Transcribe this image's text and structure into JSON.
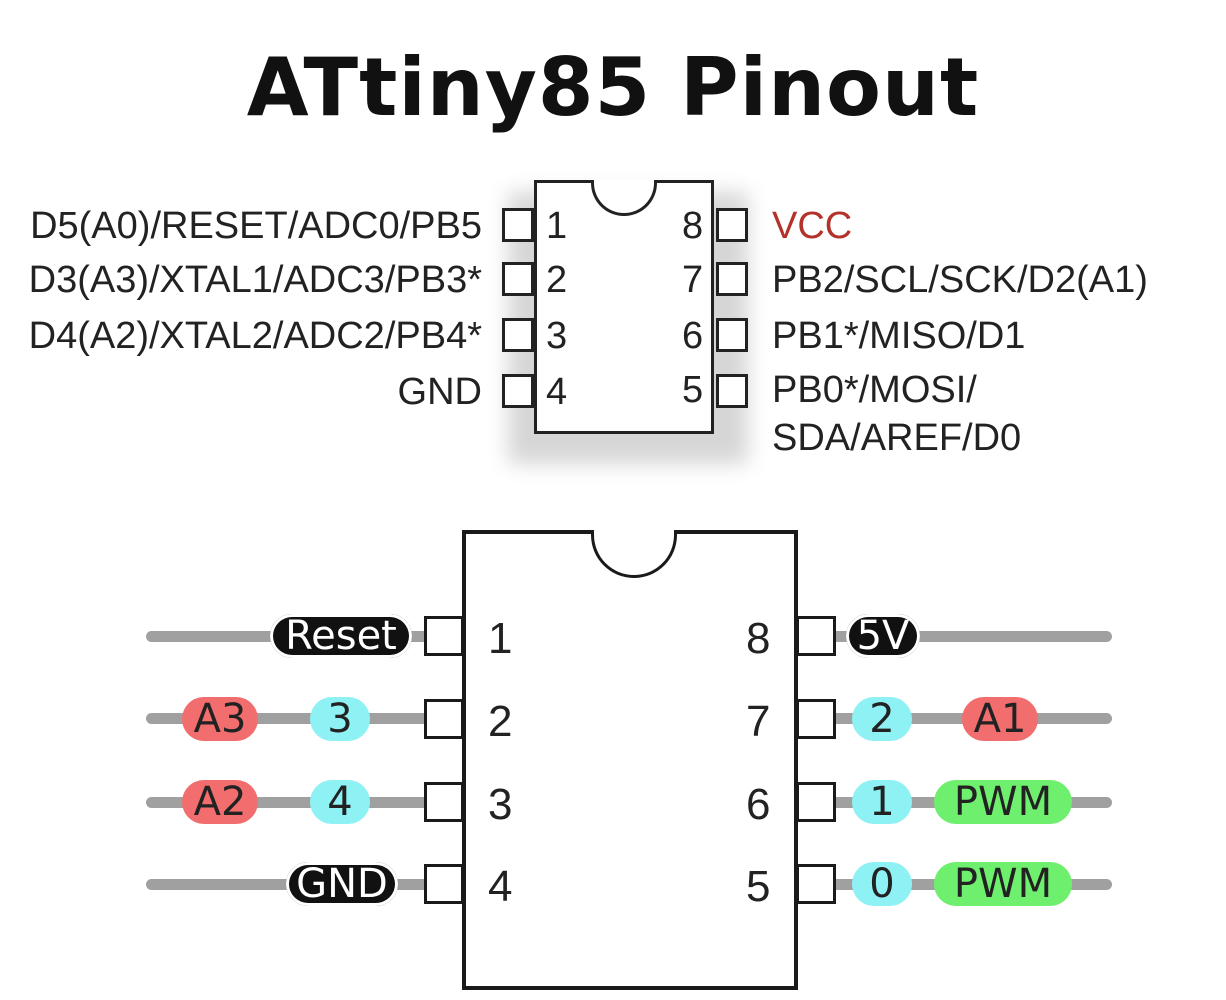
{
  "title": "ATtiny85 Pinout",
  "colors": {
    "vcc_text": "#b3322a",
    "label_black": "#111111",
    "label_red": "#f26d6d",
    "label_cyan": "#8ef2f5",
    "label_green": "#6ef06e",
    "wire_gray": "#a0a0a0"
  },
  "top_diagram": {
    "left_pins": [
      {
        "number": "1",
        "label": "D5(A0)/RESET/ADC0/PB5"
      },
      {
        "number": "2",
        "label": "D3(A3)/XTAL1/ADC3/PB3*"
      },
      {
        "number": "3",
        "label": "D4(A2)/XTAL2/ADC2/PB4*"
      },
      {
        "number": "4",
        "label": "GND"
      }
    ],
    "right_pins": [
      {
        "number": "8",
        "label": "VCC"
      },
      {
        "number": "7",
        "label": "PB2/SCL/SCK/D2(A1)"
      },
      {
        "number": "6",
        "label": "PB1*/MISO/D1"
      },
      {
        "number": "5",
        "label_line1": "PB0*/MOSI/",
        "label_line2": "SDA/AREF/D0"
      }
    ]
  },
  "bottom_diagram": {
    "left_pins": [
      {
        "number": "1",
        "tags": [
          "Reset"
        ]
      },
      {
        "number": "2",
        "tags": [
          "A3",
          "3"
        ]
      },
      {
        "number": "3",
        "tags": [
          "A2",
          "4"
        ]
      },
      {
        "number": "4",
        "tags": [
          "GND"
        ]
      }
    ],
    "right_pins": [
      {
        "number": "8",
        "tags": [
          "5V"
        ]
      },
      {
        "number": "7",
        "tags": [
          "2",
          "A1"
        ]
      },
      {
        "number": "6",
        "tags": [
          "1",
          "PWM"
        ]
      },
      {
        "number": "5",
        "tags": [
          "0",
          "PWM"
        ]
      }
    ]
  }
}
